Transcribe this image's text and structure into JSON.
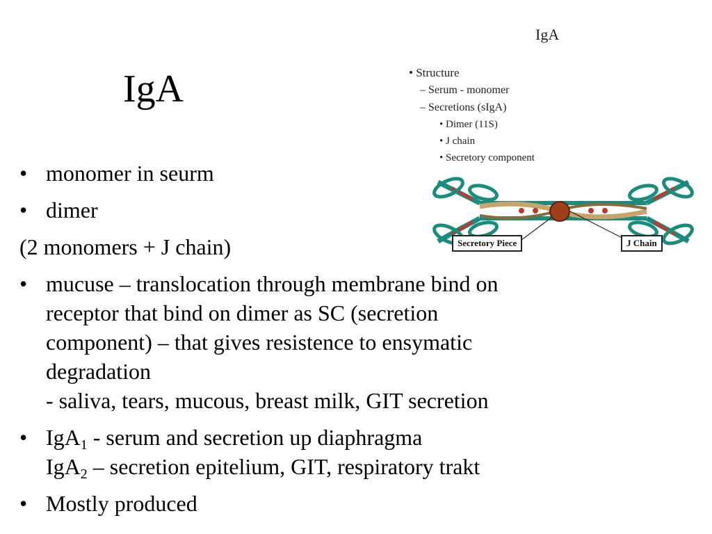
{
  "title": "IgA",
  "bullets": [
    {
      "text": "monomer in seurm"
    },
    {
      "text": "dimer"
    }
  ],
  "plain_line": "(2 monomers + J chain)",
  "mucuse": {
    "lines": [
      "mucuse – translocation through membrane bind on",
      "receptor that bind on dimer as SC (secretion",
      "component) – that gives resistence to ensymatic",
      "degradation",
      "- saliva, tears, mucous, breast milk, GIT secretion"
    ]
  },
  "subclasses": [
    {
      "name": "IgA",
      "sub": "1",
      "text": " - serum and secretion up diaphragma"
    },
    {
      "name": "IgA",
      "sub": "2",
      "text": " – secretion epitelium, GIT, respiratory trakt"
    }
  ],
  "last_bullet": "Mostly produced",
  "bullet_glyph": "•",
  "figure": {
    "title": "IgA",
    "structure": "Structure",
    "level2": [
      "Serum - monomer",
      "Secretions (sIgA)"
    ],
    "level3": [
      "Dimer (11S)",
      "J chain",
      "Secretory component"
    ],
    "label_secretory": "Secretory Piece",
    "label_jchain": "J Chain",
    "colors": {
      "teal": "#1a8c7e",
      "red": "#c0392b",
      "tan": "#c8a46a",
      "ball": "#a0401a"
    }
  }
}
